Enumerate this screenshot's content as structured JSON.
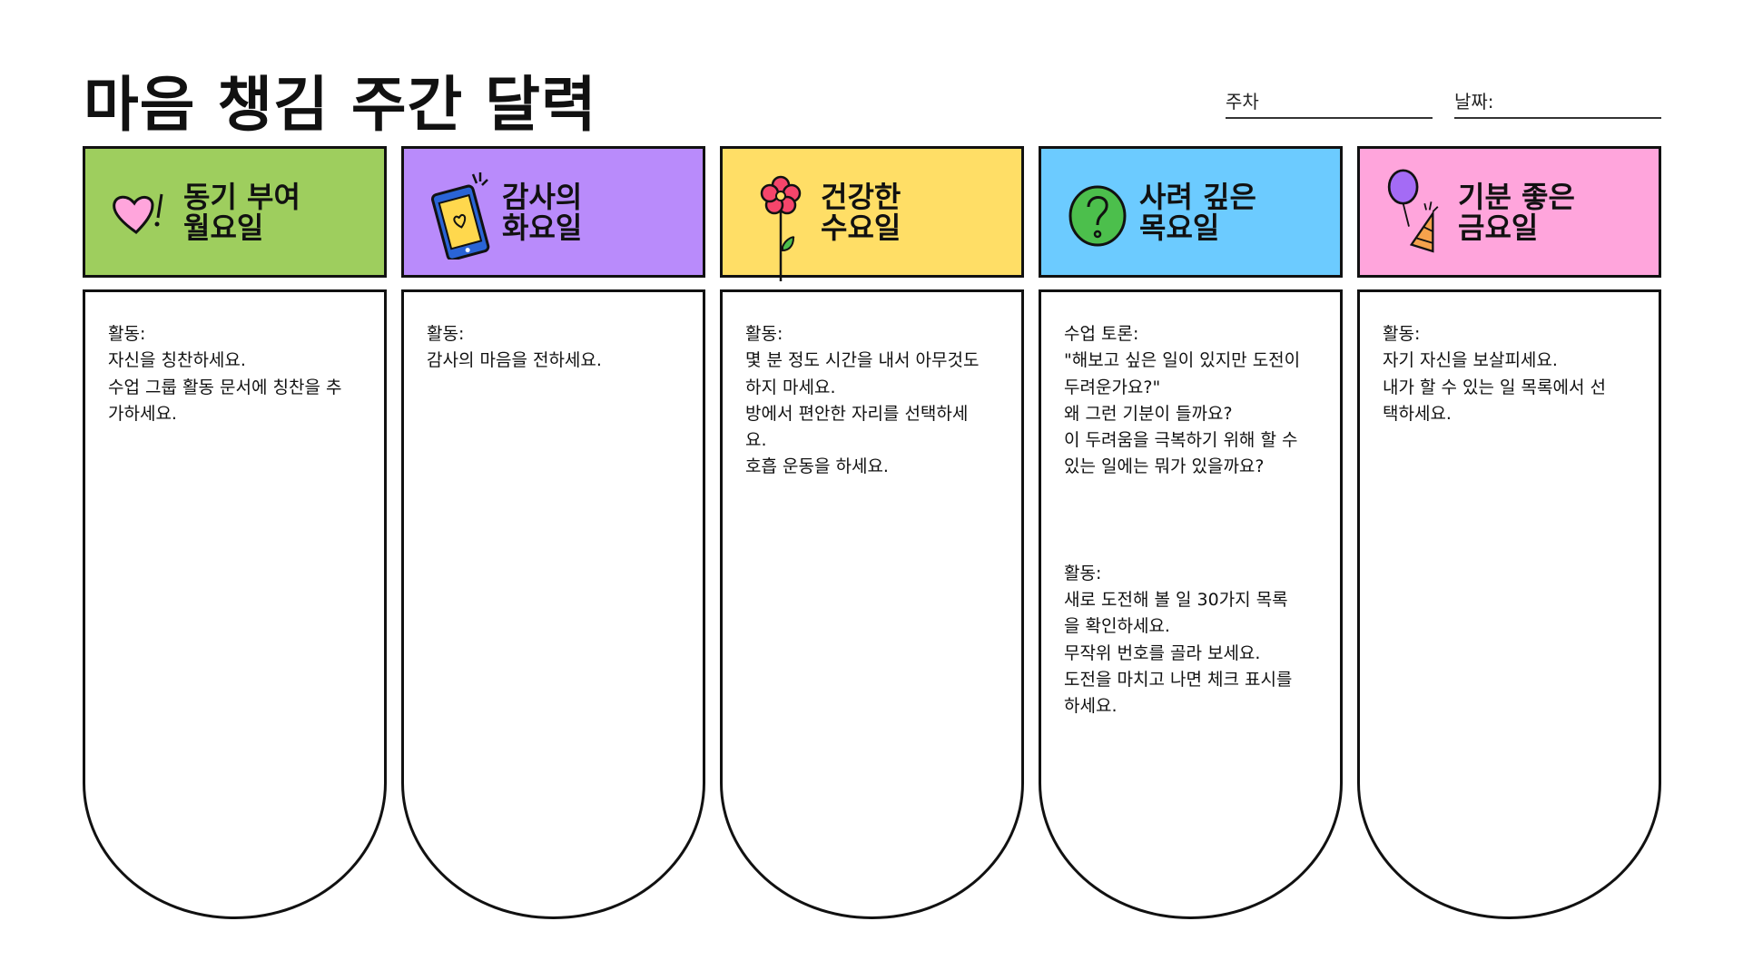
{
  "title": "마음 챙김 주간 달력",
  "fields": {
    "week": "주차",
    "date": "날짜:"
  },
  "colors": {
    "mon": "#9ece5e",
    "tue": "#b98bfb",
    "wed": "#ffde66",
    "thu": "#6ccbff",
    "fri": "#ffa5dc"
  },
  "days": [
    {
      "label1": "동기 부여",
      "label2": "월요일",
      "icon": "heart-exclamation-icon",
      "sections": [
        {
          "lines": [
            "활동:",
            "자신을 칭찬하세요.",
            "수업 그룹 활동 문서에 칭찬을 추",
            "가하세요."
          ]
        }
      ]
    },
    {
      "label1": "감사의",
      "label2": "화요일",
      "icon": "phone-heart-icon",
      "sections": [
        {
          "lines": [
            "활동:",
            "감사의 마음을 전하세요."
          ]
        }
      ]
    },
    {
      "label1": "건강한",
      "label2": "수요일",
      "icon": "flower-icon",
      "sections": [
        {
          "lines": [
            "활동:",
            "몇 분 정도 시간을 내서 아무것도",
            "하지 마세요.",
            "방에서 편안한 자리를 선택하세",
            "요.",
            "호흡 운동을 하세요."
          ]
        }
      ]
    },
    {
      "label1": "사려 깊은",
      "label2": "목요일",
      "icon": "question-icon",
      "sections": [
        {
          "lines": [
            "수업 토론:",
            "\"해보고 싶은 일이 있지만 도전이",
            "두려운가요?\"",
            "왜 그런 기분이 들까요?",
            "이 두려움을 극복하기 위해 할 수",
            "있는 일에는 뭐가 있을까요?"
          ]
        },
        {
          "lines": [
            "활동:",
            "새로 도전해 볼 일 30가지 목록",
            "을 확인하세요.",
            "무작위 번호를 골라 보세요.",
            "도전을 마치고 나면 체크 표시를",
            "하세요."
          ]
        }
      ]
    },
    {
      "label1": "기분 좋은",
      "label2": "금요일",
      "icon": "balloon-party-hat-icon",
      "sections": [
        {
          "lines": [
            "활동:",
            "자기 자신을 보살피세요.",
            "내가 할 수 있는 일 목록에서 선",
            "택하세요."
          ]
        }
      ]
    }
  ]
}
